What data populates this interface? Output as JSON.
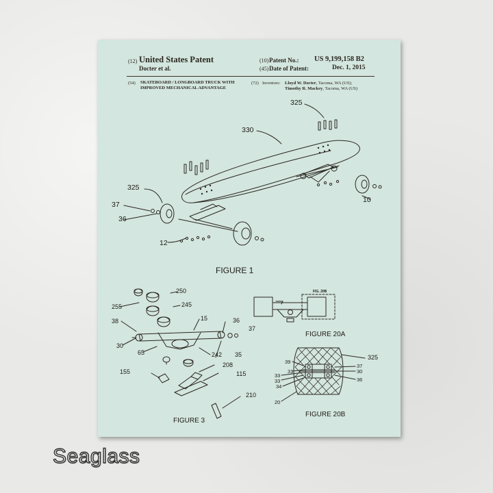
{
  "header": {
    "code_12": "(12)",
    "patent_type": "United States Patent",
    "inventor_short": "Docter et al.",
    "code_10": "(10)",
    "patent_no_label": "Patent No.:",
    "patent_no": "US 9,199,158 B2",
    "code_45": "(45)",
    "date_label": "Date of Patent:",
    "date": "Dec. 1, 2015",
    "code_54": "(54)",
    "title_line1": "SKATEBOARD / LONGBOARD TRUCK WITH",
    "title_line2": "IMPROVED MECHANICAL ADVANTAGE",
    "code_72": "(72)",
    "inventors_label": "Inventors:",
    "inventor1_name": "Lloyd W. Docter",
    "inventor1_loc": ", Tacoma, WA (US);",
    "inventor2_name": "Timothy R. Mackey",
    "inventor2_loc": ", Tacoma, WA (US)"
  },
  "figures": {
    "fig1": "FIGURE 1",
    "fig3": "FIGURE 3",
    "fig20a": "FIGURE 20A",
    "fig20b": "FIGURE 20B",
    "fig20a_inset": "FIG. 20B"
  },
  "refs": {
    "fig1": [
      "325",
      "330",
      "325",
      "37",
      "36",
      "12",
      "10"
    ],
    "fig3": [
      "250",
      "255",
      "245",
      "38",
      "15",
      "36",
      "37",
      "30",
      "65",
      "242",
      "35",
      "155",
      "208",
      "115",
      "210"
    ],
    "fig20b": [
      "325",
      "39",
      "37",
      "31",
      "30",
      "33",
      "33",
      "36",
      "34",
      "20"
    ]
  },
  "colors": {
    "paper": "#d3e6df",
    "ink": "#2b2620",
    "wall": "#e9e9e7"
  },
  "brand": {
    "name": "Seaglass"
  }
}
